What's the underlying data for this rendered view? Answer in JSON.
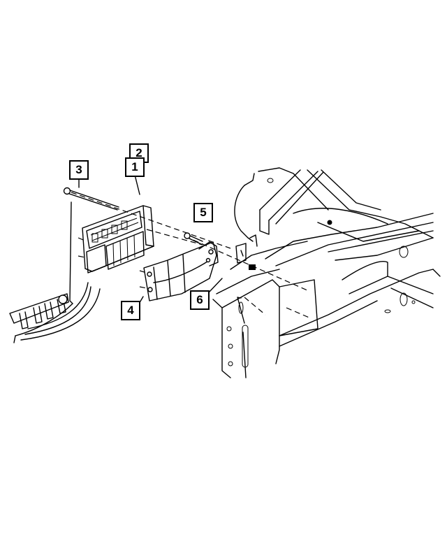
{
  "diagram": {
    "type": "exploded-parts-diagram",
    "background": "#ffffff",
    "line_color": "#000000",
    "callouts": [
      {
        "id": "1",
        "label": "1",
        "part": "control-module"
      },
      {
        "id": "2",
        "label": "2",
        "part": "control-module"
      },
      {
        "id": "3",
        "label": "3",
        "part": "bolt"
      },
      {
        "id": "4",
        "label": "4",
        "part": "mounting-bracket"
      },
      {
        "id": "5",
        "label": "5",
        "part": "bolt"
      },
      {
        "id": "6",
        "label": "6",
        "part": "nut"
      }
    ],
    "components": [
      "control-module",
      "wiring-harness-connectors",
      "mounting-bracket",
      "bolt",
      "vehicle-body-frame"
    ]
  }
}
